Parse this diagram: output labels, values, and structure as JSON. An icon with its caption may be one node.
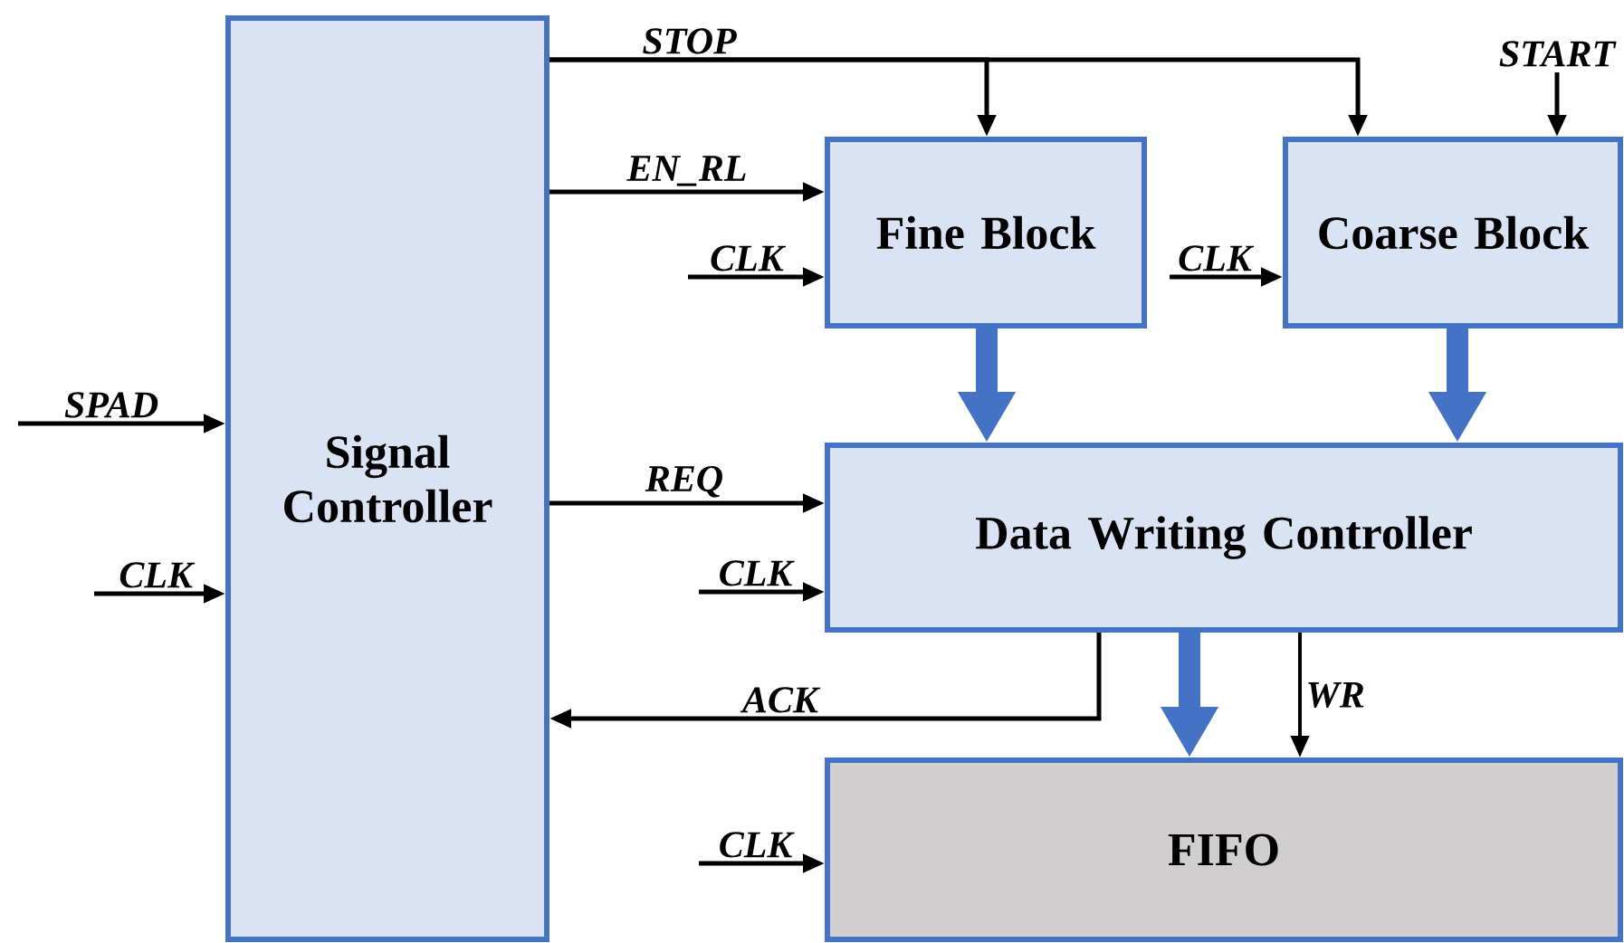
{
  "diagram": {
    "nodes": [
      {
        "text": [
          "Signal Controller"
        ]
      },
      {
        "text": [
          "Fine Block"
        ]
      },
      {
        "text": [
          "Coarse Block"
        ]
      },
      {
        "text": [
          "Data Writing Controller"
        ]
      },
      {
        "text": [
          "FIFO"
        ]
      }
    ],
    "edges": [
      {
        "from": 0,
        "to": 1,
        "arrow": "to",
        "label": "STOP"
      },
      {
        "from": 0,
        "to": 2,
        "arrow": "to"
      },
      {
        "from": null,
        "to": 2,
        "arrow": "to",
        "label": "START"
      },
      {
        "from": 0,
        "to": 1,
        "arrow": "to",
        "label": "EN_RL"
      },
      {
        "from": null,
        "to": 1,
        "arrow": "to",
        "label": "CLK"
      },
      {
        "from": null,
        "to": 2,
        "arrow": "to",
        "label": "CLK"
      },
      {
        "from": null,
        "to": 0,
        "arrow": "to",
        "label": "SPAD"
      },
      {
        "from": null,
        "to": 0,
        "arrow": "to",
        "label": "CLK"
      },
      {
        "from": 0,
        "to": 3,
        "arrow": "to",
        "label": "REQ"
      },
      {
        "from": null,
        "to": 3,
        "arrow": "to",
        "label": "CLK"
      },
      {
        "from": 3,
        "to": 0,
        "arrow": "to",
        "label": "ACK"
      },
      {
        "from": 1,
        "to": 3,
        "arrow": "to",
        "style": "thick",
        "color": "#4472c4"
      },
      {
        "from": 2,
        "to": 3,
        "arrow": "to",
        "style": "thick",
        "color": "#4472c4"
      },
      {
        "from": 3,
        "to": 4,
        "arrow": "to",
        "style": "thick",
        "color": "#4472c4"
      },
      {
        "from": 3,
        "to": 4,
        "arrow": "to",
        "label": "WR"
      },
      {
        "from": null,
        "to": 4,
        "arrow": "to",
        "label": "CLK"
      }
    ]
  }
}
